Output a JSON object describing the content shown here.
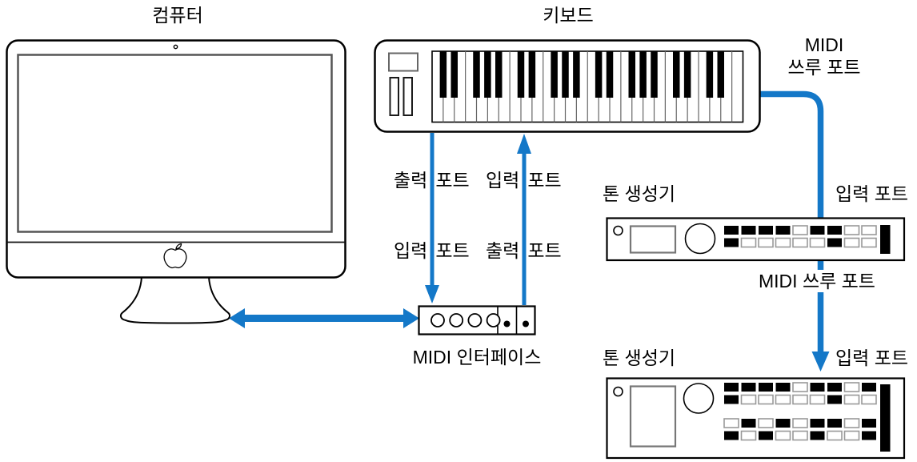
{
  "labels": {
    "computer": "컴퓨터",
    "keyboard": "키보드",
    "midi_thru_keyboard_line1": "MIDI",
    "midi_thru_keyboard_line2": "쓰루 포트",
    "keyboard_out_port": "출력 포트",
    "keyboard_in_port": "입력 포트",
    "interface_in_port": "입력 포트",
    "interface_out_port": "출력 포트",
    "midi_interface": "MIDI 인터페이스",
    "tone_generator_1": "톤 생성기",
    "tone_generator_1_in_port": "입력 포트",
    "midi_thru_tone_generator": "MIDI 쓰루 포트",
    "tone_generator_2": "톤 생성기",
    "tone_generator_2_in_port": "입력 포트"
  },
  "colors": {
    "cable_blue": "#1478C8",
    "outline_black": "#000000",
    "screen_border_gray": "#555555",
    "panel_border_gray": "#777777",
    "button_border_gray": "#999999"
  },
  "icons": {
    "apple-logo-icon": "apple-outline",
    "camera-icon": "small-circle",
    "midi-port-icon": "open-circle",
    "midi-jack-icon": "filled-dot"
  },
  "devices": {
    "keyboard": {
      "white_keys": 28,
      "black_key_offsets": [
        0,
        1,
        3,
        4,
        5
      ],
      "max_black_index": 25
    },
    "midi_interface": {
      "circle_ports": 4,
      "dot_ports": 2
    },
    "tone_generator_1": {
      "button_rows": [
        "111101100",
        "100000100"
      ]
    },
    "tone_generator_2": {
      "button_rows_top": [
        "111101101",
        "100000100"
      ],
      "button_rows_bottom": [
        "010101101",
        "101001001"
      ]
    }
  }
}
